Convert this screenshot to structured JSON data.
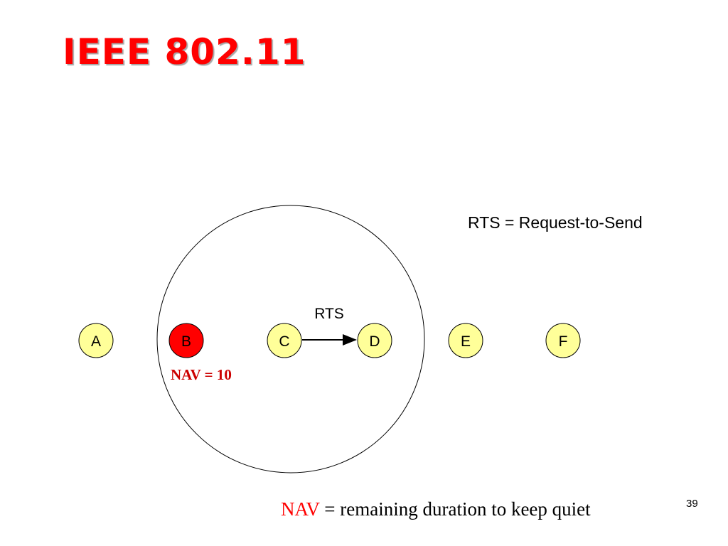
{
  "title": "IEEE 802.11",
  "legend": {
    "rts_definition": "RTS = Request-to-Send"
  },
  "diagram": {
    "nodes": [
      {
        "label": "A",
        "fill": "#ffff99"
      },
      {
        "label": "B",
        "fill": "#ff0000"
      },
      {
        "label": "C",
        "fill": "#ffff99"
      },
      {
        "label": "D",
        "fill": "#ffff99"
      },
      {
        "label": "E",
        "fill": "#ffff99"
      },
      {
        "label": "F",
        "fill": "#ffff99"
      }
    ],
    "arrow_label": "RTS",
    "nav_annotation": "NAV = 10",
    "nav_color": "#cc0000"
  },
  "footer": {
    "nav_word": "NAV",
    "definition": " = remaining duration to keep quiet"
  },
  "page_number": "39",
  "colors": {
    "title": "#ff0000",
    "node_default": "#ffff99",
    "node_highlight": "#ff0000"
  }
}
